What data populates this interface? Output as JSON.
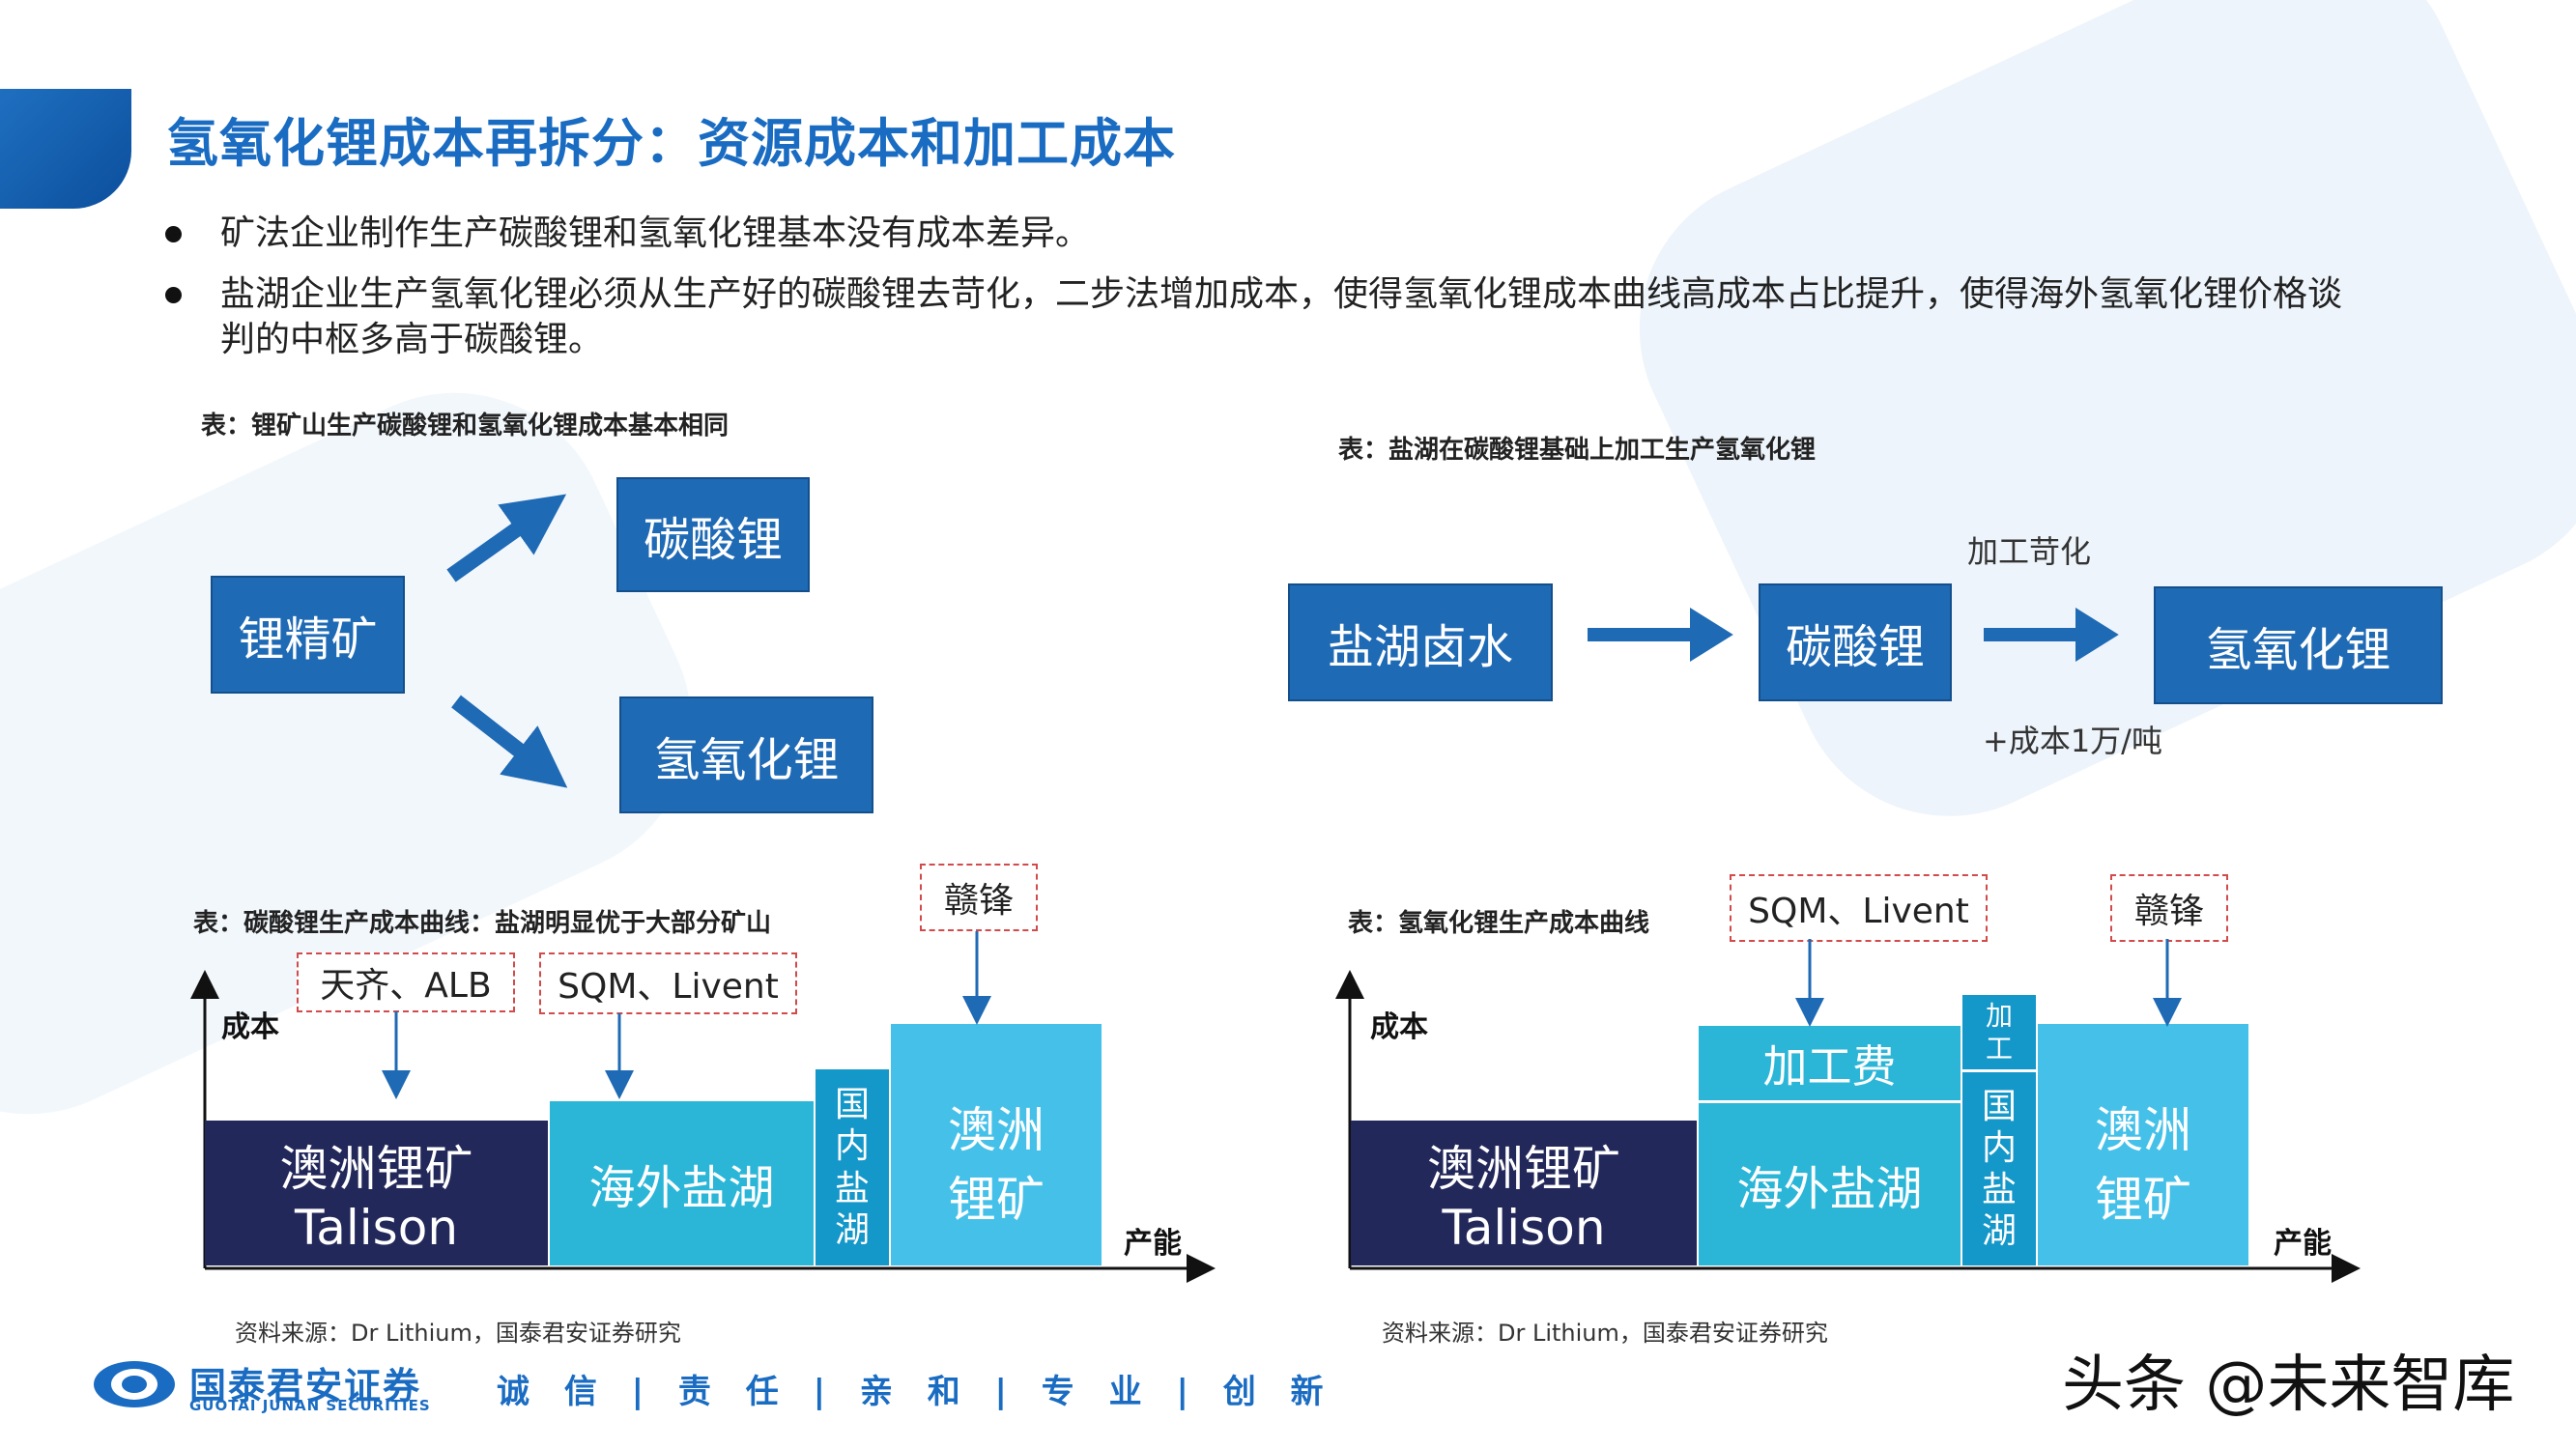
{
  "title": "氢氧化锂成本再拆分：资源成本和加工成本",
  "bullets": [
    "矿法企业制作生产碳酸锂和氢氧化锂基本没有成本差异。",
    "盐湖企业生产氢氧化锂必须从生产好的碳酸锂去苛化，二步法增加成本，使得氢氧化锂成本曲线高成本占比提升，使得海外氢氧化锂价格谈判的中枢多高于碳酸锂。"
  ],
  "fig1": {
    "caption": "表：锂矿山生产碳酸锂和氢氧化锂成本基本相同",
    "source_box": "锂精矿",
    "target_top": "碳酸锂",
    "target_bottom": "氢氧化锂"
  },
  "fig2": {
    "caption": "表：盐湖在碳酸锂基础上加工生产氢氧化锂",
    "box1": "盐湖卤水",
    "box2": "碳酸锂",
    "box3": "氢氧化锂",
    "note_top": "加工苛化",
    "note_bottom": "+成本1万/吨"
  },
  "fig3": {
    "caption": "表：碳酸锂生产成本曲线：盐湖明显优于大部分矿山",
    "y_label": "成本",
    "x_label": "产能",
    "blocks": [
      {
        "line1": "澳洲锂矿",
        "line2": "Talison"
      },
      {
        "line1": "海外盐湖"
      },
      {
        "line1": "国内盐湖",
        "chars": [
          "国",
          "内",
          "盐",
          "湖"
        ]
      },
      {
        "line1": "澳洲",
        "line2": "锂矿"
      }
    ],
    "callouts": [
      "天齐、ALB",
      "SQM、Livent",
      "赣锋"
    ],
    "source": "资料来源：Dr Lithium，国泰君安证券研究"
  },
  "fig4": {
    "caption": "表：氢氧化锂生产成本曲线",
    "y_label": "成本",
    "x_label": "产能",
    "blocks": [
      {
        "line1": "澳洲锂矿",
        "line2": "Talison"
      },
      {
        "line1": "海外盐湖"
      },
      {
        "line1": "加工费"
      },
      {
        "line1": "国内盐湖",
        "chars": [
          "国",
          "内",
          "盐",
          "湖"
        ]
      },
      {
        "line1": "加工",
        "chars": [
          "加",
          "工"
        ]
      },
      {
        "line1": "澳洲",
        "line2": "锂矿"
      }
    ],
    "callouts": [
      "SQM、Livent",
      "赣锋"
    ],
    "source": "资料来源：Dr Lithium，国泰君安证券研究"
  },
  "footer": {
    "brand_cn": "国泰君安证券",
    "brand_en": "GUOTAI JUNAN SECURITIES",
    "slogan": "诚 信 | 责 任 | 亲 和 | 专 业 | 创 新",
    "watermark": "头条 @未来智库"
  },
  "colors": {
    "title_blue": "#1a6cc2",
    "box_blue": "#1f6ab5",
    "navy": "#23285a",
    "teal": "#2bb6d8",
    "mid_blue": "#1497c9",
    "light_blue": "#45c1e9",
    "dash_red": "#d24a4a"
  }
}
